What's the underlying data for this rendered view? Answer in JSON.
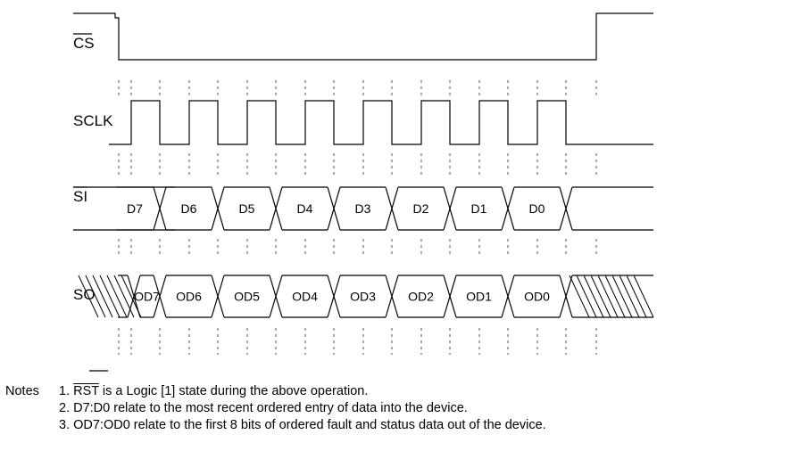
{
  "signals": {
    "cs": "CS",
    "sclk": "SCLK",
    "si": "SI",
    "so": "SO"
  },
  "si_bits": [
    "D7",
    "D6",
    "D5",
    "D4",
    "D3",
    "D2",
    "D1",
    "D0"
  ],
  "so_bits": [
    "OD7",
    "OD6",
    "OD5",
    "OD4",
    "OD3",
    "OD2",
    "OD1",
    "OD0"
  ],
  "notes": {
    "heading": "Notes",
    "n1_num": "1.",
    "n1_signal": "RST",
    "n1_text": " is a Logic [1] state during the above operation.",
    "n2": "2. D7:D0 relate to the most recent ordered entry of data into the device.",
    "n3": "3. OD7:OD0 relate to the first 8 bits of ordered fault and status data out of the device."
  }
}
